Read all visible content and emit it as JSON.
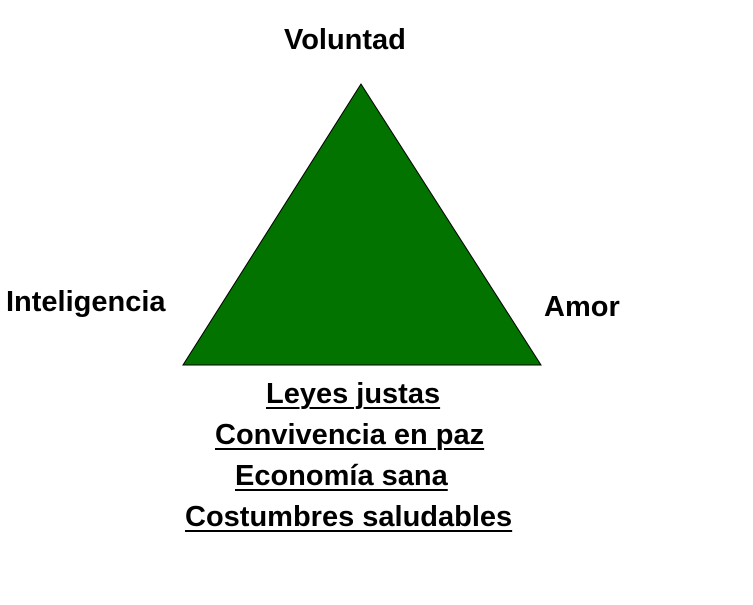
{
  "colors": {
    "triangle_fill": "#037300",
    "triangle_stroke": "#000000",
    "text": "#000000",
    "background": "#ffffff"
  },
  "vertices": {
    "top": "Voluntad",
    "left": "Inteligencia",
    "right": "Amor"
  },
  "results": [
    "Leyes justas",
    "Convivencia en paz",
    "Economía sana",
    "Costumbres saludables"
  ]
}
